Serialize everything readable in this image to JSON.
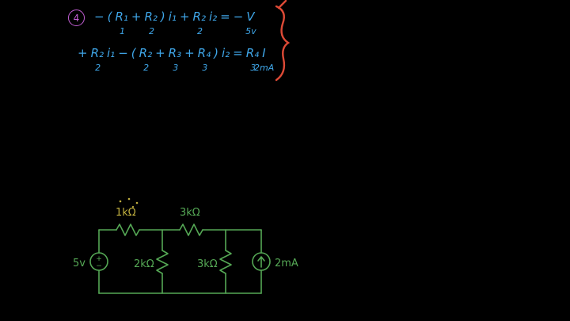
{
  "colors": {
    "background": "#000000",
    "equation": "#3fa6e8",
    "step": "#c45fd6",
    "brace": "#dd4a36",
    "circuit": "#55a855",
    "yellow": "#bfae3f"
  },
  "step_number": "4",
  "equations": {
    "line1": {
      "tokens": [
        {
          "t": "−"
        },
        {
          "t": "("
        },
        {
          "t": "R₁",
          "b": "1"
        },
        {
          "t": "+"
        },
        {
          "t": "R₂",
          "b": "2"
        },
        {
          "t": ")"
        },
        {
          "t": "i₁"
        },
        {
          "t": "+"
        },
        {
          "t": "R₂",
          "b": "2"
        },
        {
          "t": "i₂"
        },
        {
          "t": "="
        },
        {
          "t": "−"
        },
        {
          "t": "V",
          "b": "5v"
        }
      ]
    },
    "line2": {
      "tokens": [
        {
          "t": "+"
        },
        {
          "t": "R₂",
          "b": "2"
        },
        {
          "t": "i₁"
        },
        {
          "t": "−"
        },
        {
          "t": "("
        },
        {
          "t": "R₂",
          "b": "2"
        },
        {
          "t": "+"
        },
        {
          "t": "R₃",
          "b": "3"
        },
        {
          "t": "+"
        },
        {
          "t": "R₄",
          "b": "3"
        },
        {
          "t": ")"
        },
        {
          "t": "i₂"
        },
        {
          "t": "="
        },
        {
          "t": "R₄",
          "b": "3"
        },
        {
          "t": "I",
          "b": "2mA"
        }
      ]
    }
  },
  "circuit": {
    "source_plus": "+",
    "source_minus": "−",
    "labels": {
      "r1": "1kΩ",
      "r3": "3kΩ",
      "v_source": "5v",
      "r2": "2kΩ",
      "r4": "3kΩ",
      "i_source": "2mA"
    }
  }
}
